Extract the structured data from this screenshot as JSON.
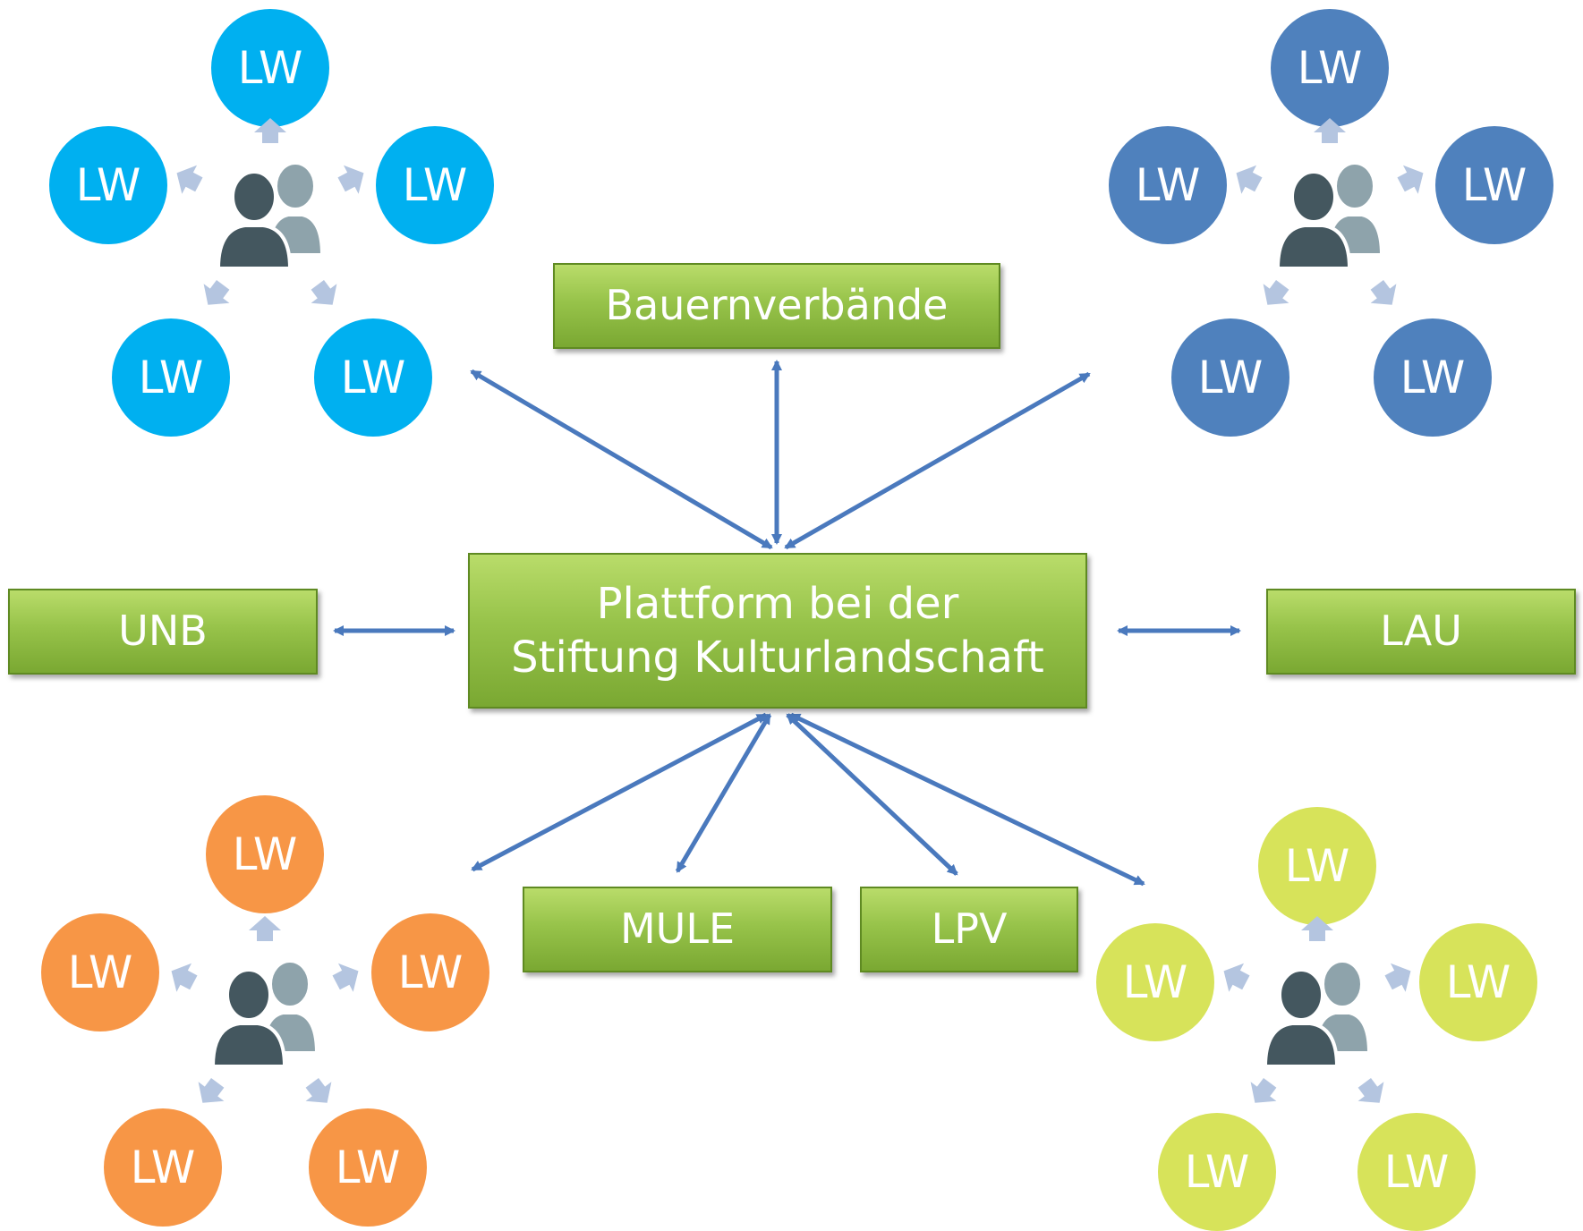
{
  "colors": {
    "box_fill": "#97c34a",
    "arrow": "#4a79bd",
    "cluster_top_left": "#00b0f0",
    "cluster_top_right": "#4f81bd",
    "cluster_bottom_left": "#f79646",
    "cluster_bottom_right": "#d7e35a",
    "person_dark": "#44575f",
    "person_light": "#8ea3ab",
    "small_arrow": "#b4c5e0"
  },
  "center": {
    "line1": "Plattform bei der",
    "line2": "Stiftung Kulturlandschaft"
  },
  "boxes": {
    "bauernverbaende": "Bauernverbände",
    "unb": "UNB",
    "lau": "LAU",
    "mule": "MULE",
    "lpv": "LPV"
  },
  "clusters": [
    {
      "id": "top-left",
      "labels": [
        "LW",
        "LW",
        "LW",
        "LW",
        "LW"
      ]
    },
    {
      "id": "top-right",
      "labels": [
        "LW",
        "LW",
        "LW",
        "LW",
        "LW"
      ]
    },
    {
      "id": "bottom-left",
      "labels": [
        "LW",
        "LW",
        "LW",
        "LW",
        "LW"
      ]
    },
    {
      "id": "bottom-right",
      "labels": [
        "LW",
        "LW",
        "LW",
        "LW",
        "LW"
      ]
    }
  ],
  "icons": [
    "people-icon",
    "up-arrow-icon",
    "double-arrow-icon"
  ]
}
